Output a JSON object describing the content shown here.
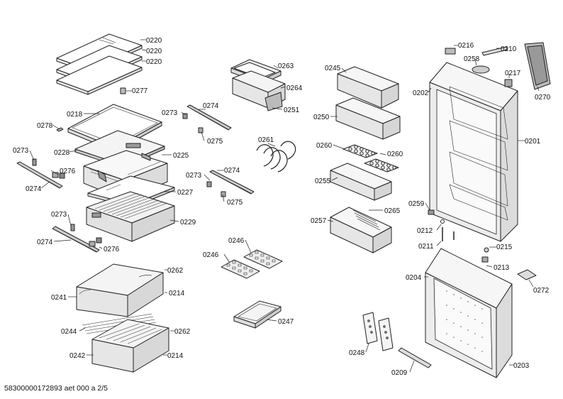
{
  "footer": {
    "code": "58300000172893 aet 000 a 2/5"
  },
  "labels": {
    "p0220": "0220",
    "p0277": "0277",
    "p0218": "0218",
    "p0278": "0278",
    "p0228": "0228",
    "p0225": "0225",
    "p0273": "0273",
    "p0276": "0276",
    "p0274": "0274",
    "p0227": "0227",
    "p0229": "0229",
    "p0275": "0275",
    "p0263": "0263",
    "p0264": "0264",
    "p0251": "0251",
    "p0261": "0261",
    "p0245": "0245",
    "p0250": "0250",
    "p0260": "0260",
    "p0255": "0255",
    "p0257": "0257",
    "p0265": "0265",
    "p0246": "0246",
    "p0247": "0247",
    "p0248": "0248",
    "p0209": "0209",
    "p0262": "0262",
    "p0214": "0214",
    "p0241": "0241",
    "p0244": "0244",
    "p0242": "0242",
    "p0216": "0216",
    "p0210": "0210",
    "p0258": "0258",
    "p0217": "0217",
    "p0270": "0270",
    "p0202": "0202",
    "p0201": "0201",
    "p0259": "0259",
    "p0212": "0212",
    "p0211": "0211",
    "p0215": "0215",
    "p0213": "0213",
    "p0204": "0204",
    "p0272": "0272",
    "p0203": "0203"
  }
}
